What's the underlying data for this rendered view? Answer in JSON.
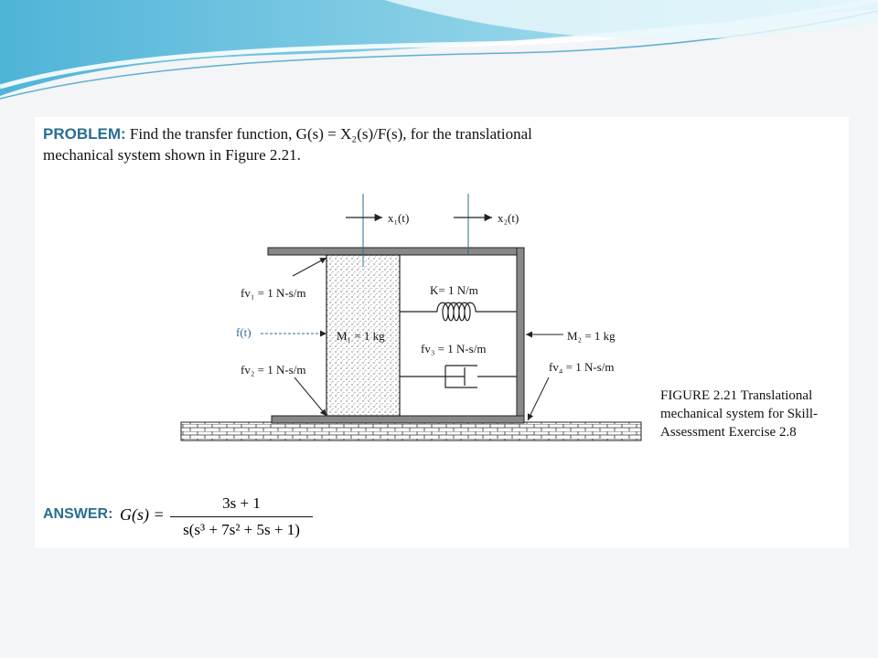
{
  "problem": {
    "label": "PROBLEM:",
    "line1_text": "Find the transfer function, G(s) = X₂(s)/F(s), for the translational",
    "line2_text": "mechanical system shown in Figure 2.21."
  },
  "figure": {
    "x1_label": "x₁(t)",
    "x2_label": "x₂(t)",
    "fv1_label": "fv₁ = 1 N-s/m",
    "f_label": "f(t)",
    "m1_label": "M₁ = 1 kg",
    "fv2_label": "fv₂ = 1 N-s/m",
    "k_label": "K= 1 N/m",
    "fv3_label": "fv₃ = 1 N-s/m",
    "m2_label": "M₂ = 1 kg",
    "fv4_label": "fv₄ = 1 N-s/m",
    "caption_line1": "FIGURE 2.21   Translational",
    "caption_line2": "mechanical system for Skill-",
    "caption_line3": "Assessment Exercise 2.8"
  },
  "answer": {
    "label": "ANSWER:",
    "lhs": "G(s) =",
    "numerator": "3s + 1",
    "denominator": "s(s³ + 7s² + 5s + 1)"
  },
  "colors": {
    "accent": "#2a6e90",
    "banner_light": "#bfe6f2",
    "banner_dark": "#3aa8cf"
  }
}
